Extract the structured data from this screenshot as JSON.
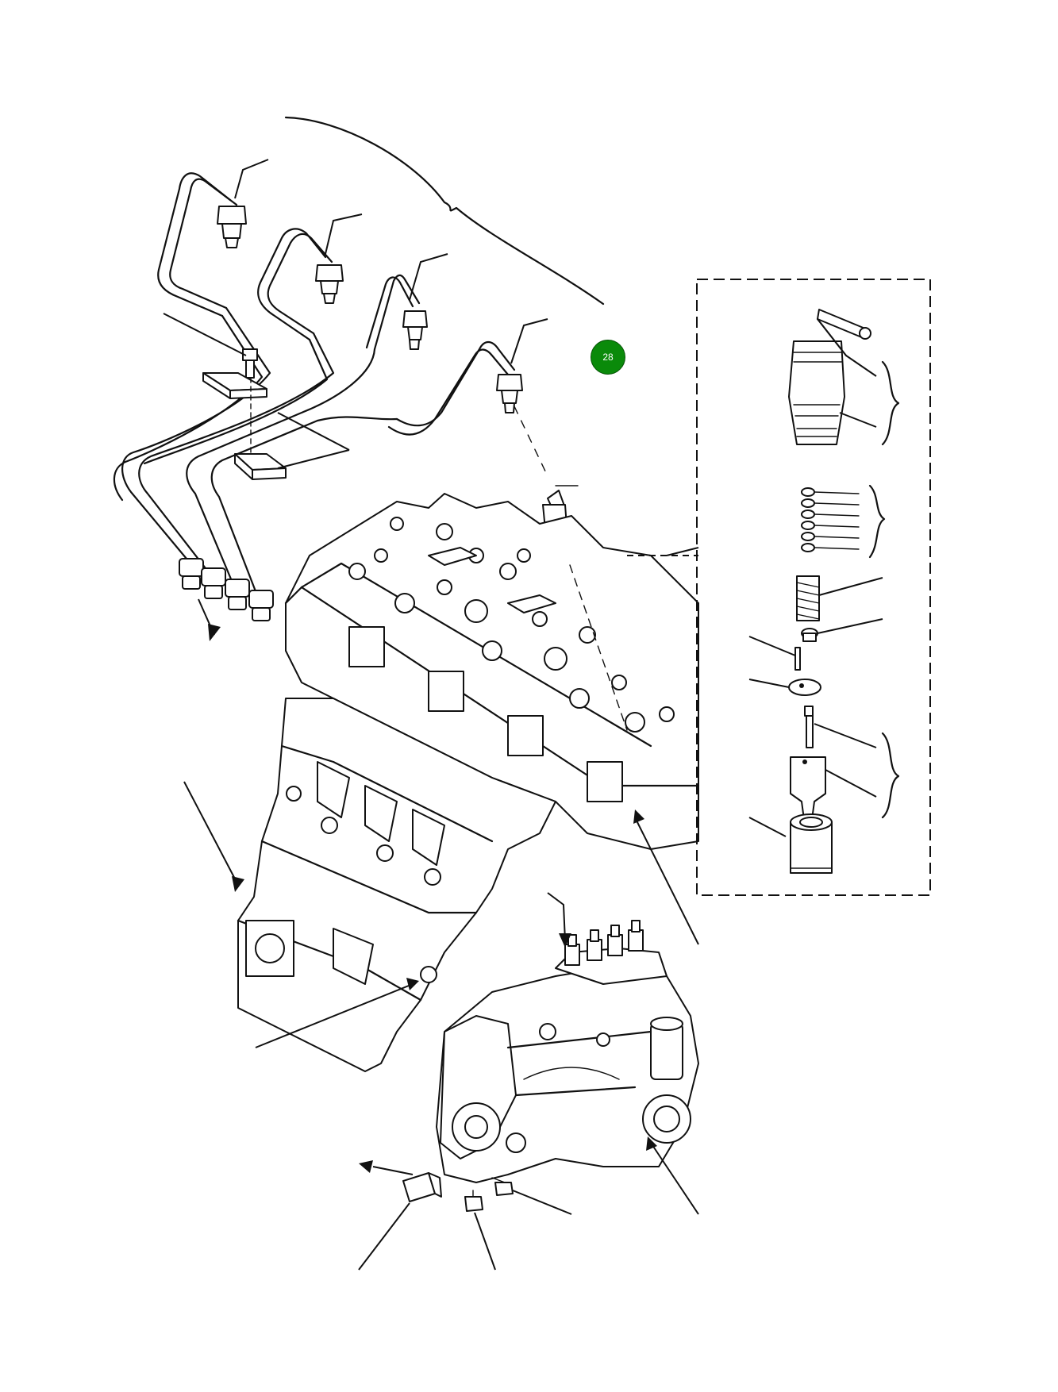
{
  "callout": {
    "label": "28",
    "color": "#0a8a0a"
  },
  "colors": {
    "line": "#111111",
    "background": "#ffffff"
  },
  "parts": [
    "fuel-injection-pipe-1",
    "fuel-injection-pipe-2",
    "fuel-injection-pipe-3",
    "fuel-injection-pipe-4",
    "pipe-clamp-bolt",
    "pipe-clamp-upper",
    "pipe-clamp-lower",
    "fuel-injector",
    "injector-holder-body",
    "shims",
    "pressure-spring",
    "spring-seat",
    "dowel-pin",
    "intermediate-plate",
    "nozzle-needle",
    "nozzle-body",
    "nozzle-retaining-nut",
    "cylinder-head",
    "cylinder-block",
    "fuel-injection-pump",
    "pump-bracket",
    "mounting-bolt",
    "mounting-nut"
  ]
}
